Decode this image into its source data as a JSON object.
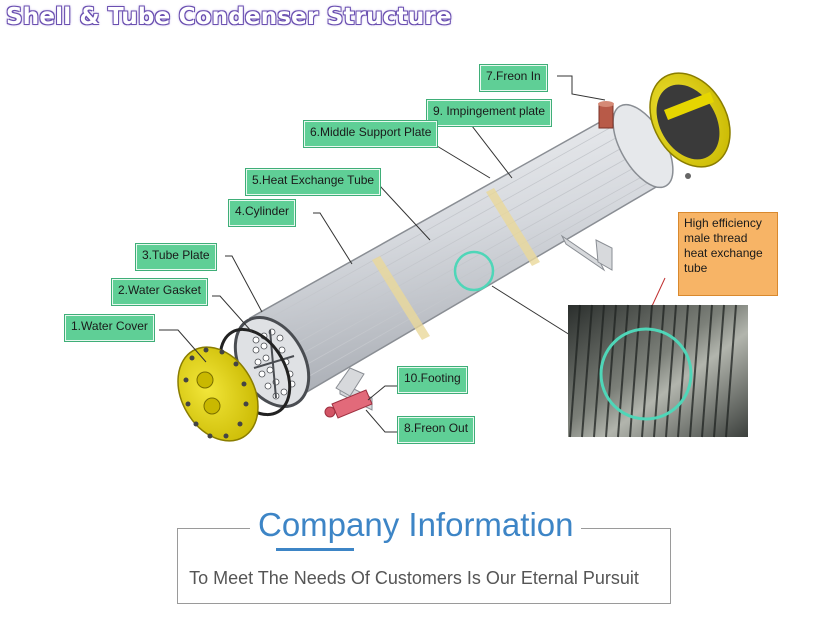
{
  "title": "Shell & Tube Condenser Structure",
  "labels": {
    "freon_in": "7.Freon In",
    "impingement_plate": "9. Impingement plate",
    "middle_support_plate": "6.Middle Support Plate",
    "heat_exchange_tube": "5.Heat Exchange Tube",
    "cylinder": "4.Cylinder",
    "tube_plate": "3.Tube Plate",
    "water_gasket": "2.Water Gasket",
    "water_cover": "1.Water Cover",
    "footing": "10.Footing",
    "freon_out": "8.Freon Out"
  },
  "callout": "High efficiency\nmale thread\nheat exchange\ntube",
  "company": {
    "title": "Company Information",
    "subtitle": "To Meet The Needs Of Customers Is Our Eternal Pursuit"
  },
  "colors": {
    "label_fill": "#5fcf96",
    "callout_fill": "#f7b466",
    "cover_yellow": "#e6d600",
    "title_outline": "#6a4fb0",
    "company_blue": "#3d85c6"
  }
}
